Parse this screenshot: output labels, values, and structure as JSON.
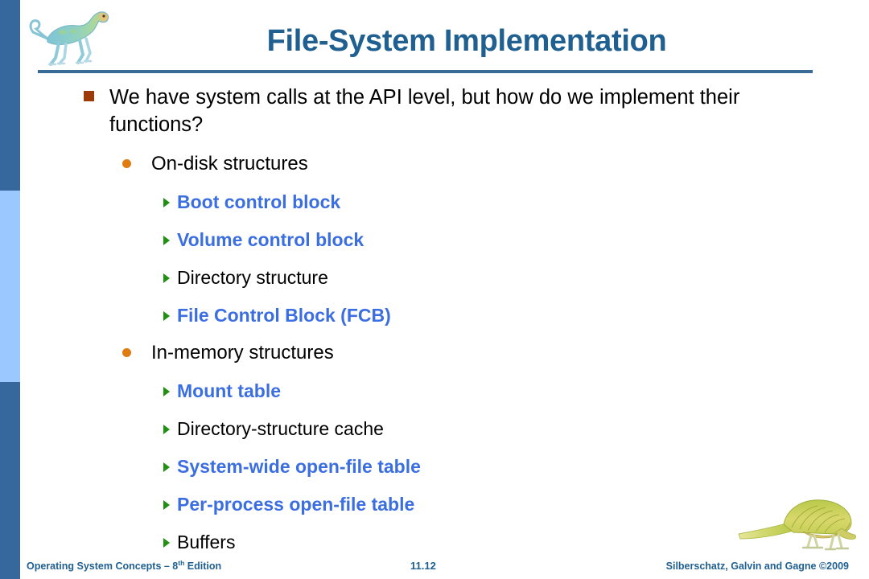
{
  "slide": {
    "title": "File-System Implementation",
    "header_icon": "dinosaur-illustration",
    "footer_icon": "dinosaur-illustration"
  },
  "content": {
    "bullet1": {
      "marker": "square-bullet",
      "text": "We have system calls at the API level, but how do we implement their functions?"
    },
    "sections": [
      {
        "marker": "circle-bullet",
        "label": "On-disk structures",
        "items": [
          {
            "marker": "triangle-bullet",
            "label": "Boot control block",
            "highlight": true
          },
          {
            "marker": "triangle-bullet",
            "label": "Volume control block",
            "highlight": true
          },
          {
            "marker": "triangle-bullet",
            "label": "Directory structure",
            "highlight": false
          },
          {
            "marker": "triangle-bullet",
            "label": "File Control Block (FCB)",
            "highlight": true
          }
        ]
      },
      {
        "marker": "circle-bullet",
        "label": "In-memory structures",
        "items": [
          {
            "marker": "triangle-bullet",
            "label": "Mount table",
            "highlight": true
          },
          {
            "marker": "triangle-bullet",
            "label": "Directory-structure cache",
            "highlight": false
          },
          {
            "marker": "triangle-bullet",
            "label": "System-wide open-file table",
            "highlight": true
          },
          {
            "marker": "triangle-bullet",
            "label": "Per-process open-file table",
            "highlight": true
          },
          {
            "marker": "triangle-bullet",
            "label": "Buffers",
            "highlight": false
          }
        ]
      }
    ]
  },
  "footer": {
    "book": "Operating System Concepts ",
    "dash": "– 8",
    "edition_sup": "th",
    "edition_rest": " Edition",
    "page": "11.12",
    "credit": "Silberschatz, Galvin and Gagne ©2009"
  },
  "colors": {
    "band_dark": "#36689e",
    "band_light": "#9ac8ff",
    "title": "#1f6091",
    "rule": "#3a6a96",
    "square_bullet": "#9d3b08",
    "circle_bullet": "#e07b12",
    "triangle_bullet": "#1f9010",
    "highlight_text": "#3b6ee0",
    "body_text": "#000000"
  }
}
